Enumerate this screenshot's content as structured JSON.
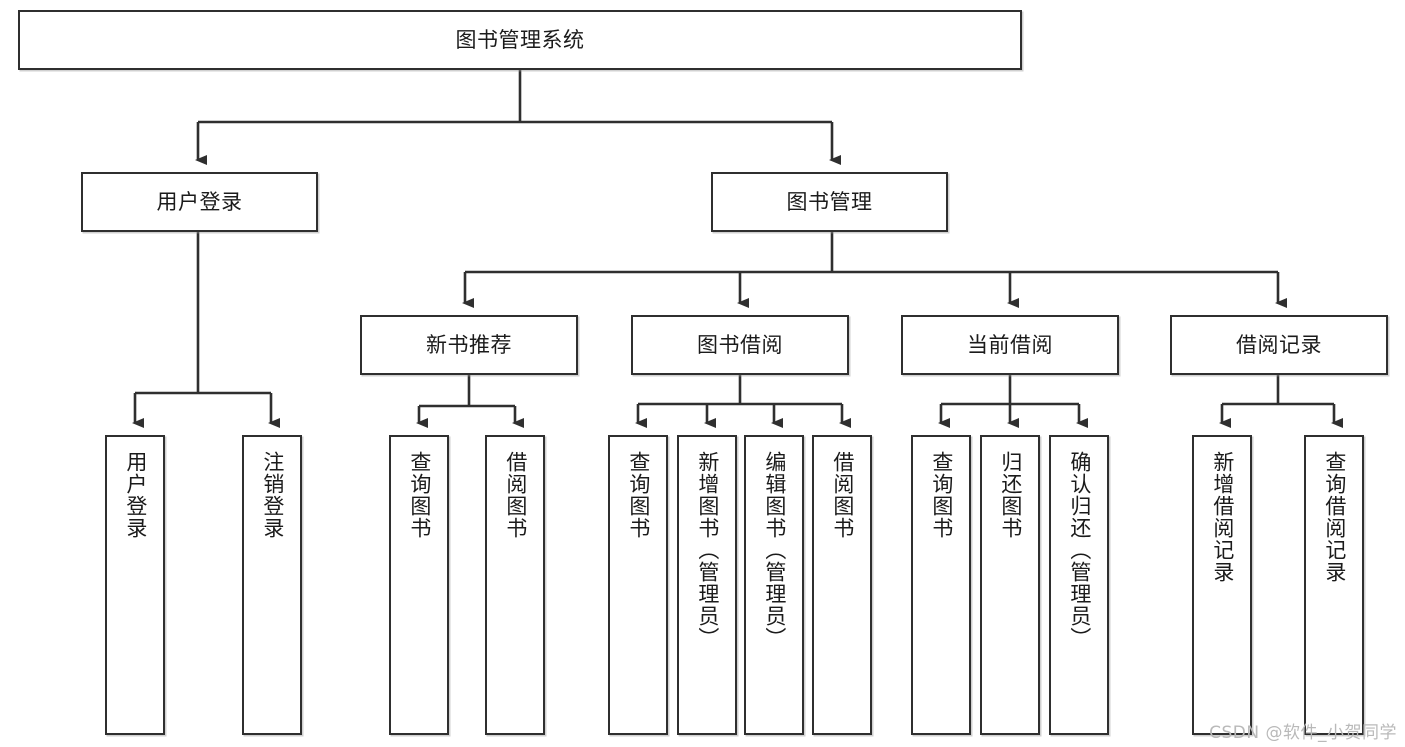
{
  "diagram": {
    "title": "图书管理系统",
    "type": "tree",
    "root": {
      "label": "图书管理系统"
    },
    "level2": [
      {
        "label": "用户登录"
      },
      {
        "label": "图书管理"
      }
    ],
    "level3": [
      {
        "label": "新书推荐"
      },
      {
        "label": "图书借阅"
      },
      {
        "label": "当前借阅"
      },
      {
        "label": "借阅记录"
      }
    ],
    "leaves": [
      {
        "label": "用户登录"
      },
      {
        "label": "注销登录"
      },
      {
        "label": "查询图书"
      },
      {
        "label": "借阅图书"
      },
      {
        "label": "查询图书"
      },
      {
        "label": "新增图书（管理员）"
      },
      {
        "label": "编辑图书（管理员）"
      },
      {
        "label": "借阅图书"
      },
      {
        "label": "查询图书"
      },
      {
        "label": "归还图书"
      },
      {
        "label": "确认归还（管理员）"
      },
      {
        "label": "新增借阅记录"
      },
      {
        "label": "查询借阅记录"
      }
    ]
  },
  "watermark": {
    "text": "CSDN @软件_小贺同学"
  },
  "colors": {
    "border": "#2f2f2f",
    "background": "#ffffff",
    "text": "#1b1b1b",
    "watermark": "#b9b9b9"
  }
}
